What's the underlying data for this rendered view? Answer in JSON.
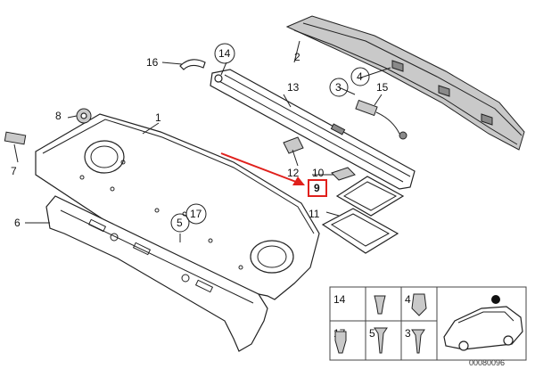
{
  "diagram": {
    "callouts": {
      "c1": "1",
      "c2": "2",
      "c3": "3",
      "c4": "4",
      "c5": "5",
      "c6": "6",
      "c7": "7",
      "c8": "8",
      "c9": "9",
      "c10": "10",
      "c11": "11",
      "c12": "12",
      "c13": "13",
      "c14": "14",
      "c15": "15",
      "c16": "16",
      "c17": "17"
    },
    "highlight_color": "#e0201c",
    "inset": {
      "items": [
        "14",
        "4",
        "17",
        "5",
        "3"
      ]
    },
    "reference_code": "00080096"
  }
}
